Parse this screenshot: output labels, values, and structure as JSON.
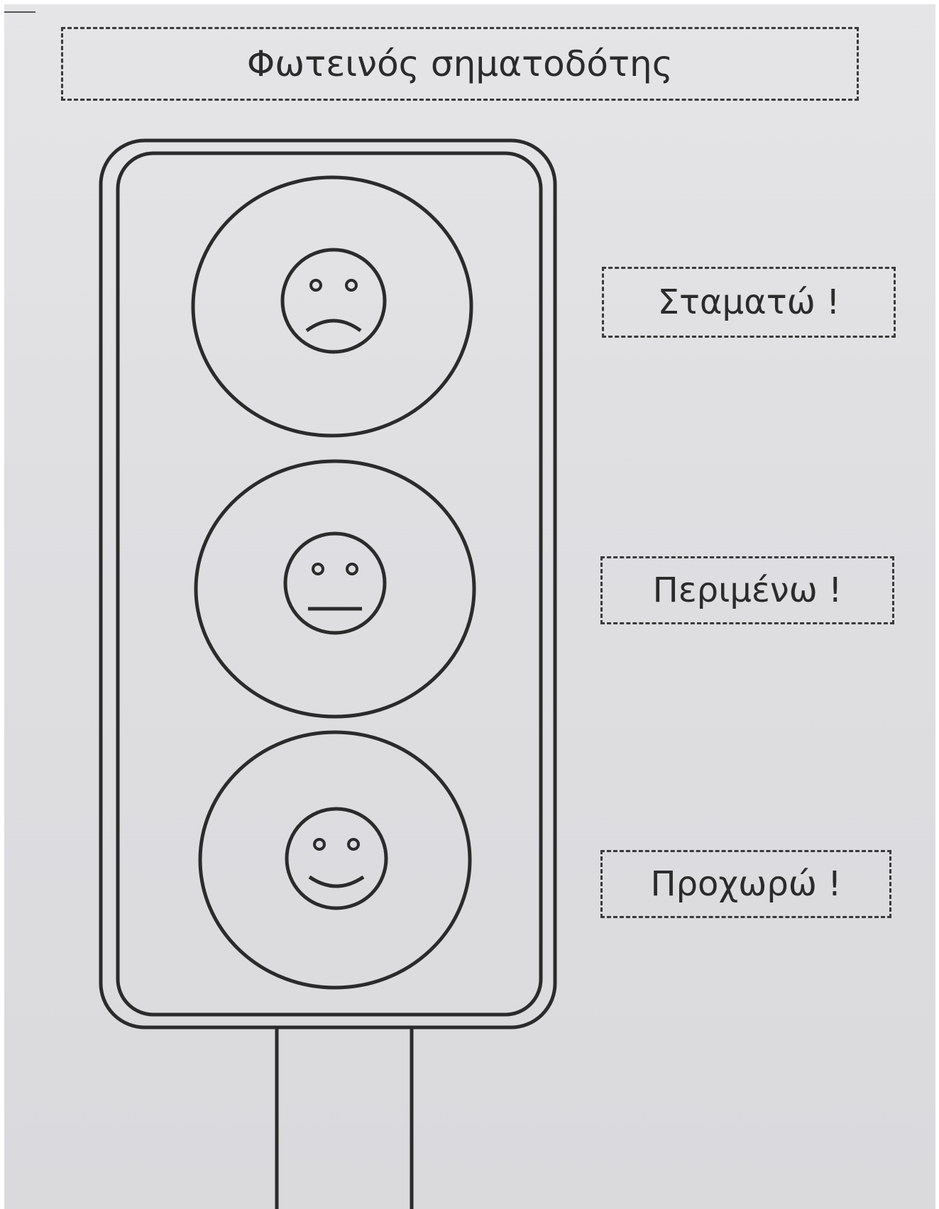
{
  "worksheet": {
    "title": "Φωτεινός σηματοδότης",
    "signals": [
      {
        "state": "stop",
        "label": "Σταματώ !",
        "face": "sad-face-icon"
      },
      {
        "state": "wait",
        "label": "Περιμένω !",
        "face": "neutral-face-icon"
      },
      {
        "state": "go",
        "label": "Προχωρώ !",
        "face": "happy-face-icon"
      }
    ]
  },
  "colors": {
    "ink": "#2b2b2b",
    "paper": "#e2e2e5"
  }
}
